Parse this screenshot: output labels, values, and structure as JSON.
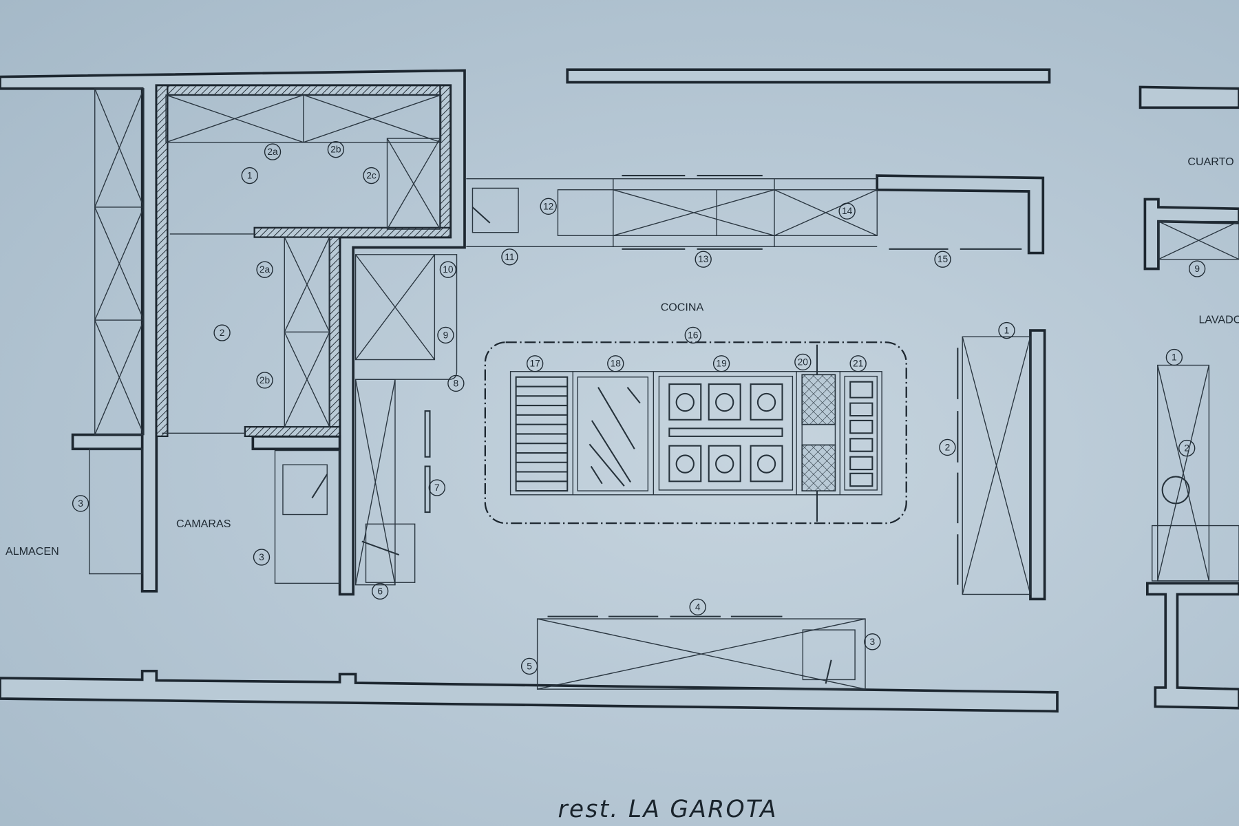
{
  "title": "rest. LA GAROTA",
  "rooms": {
    "cuarto": "CUARTO",
    "lavado": "LAVADO",
    "cocina": "COCINA",
    "camaras": "CAMARAS",
    "almacen": "ALMACEN"
  },
  "callouts": [
    "2a",
    "2b",
    "1",
    "2c",
    "2a",
    "2",
    "2b",
    "3",
    "3",
    "10",
    "9",
    "8",
    "7",
    "6",
    "11",
    "12",
    "13",
    "14",
    "15",
    "16",
    "17",
    "18",
    "19",
    "20",
    "21",
    "1",
    "2",
    "4",
    "5",
    "3",
    "9",
    "1",
    "2"
  ],
  "colors": {
    "paper": "#b7c8d5",
    "ink": "#1d2730"
  }
}
